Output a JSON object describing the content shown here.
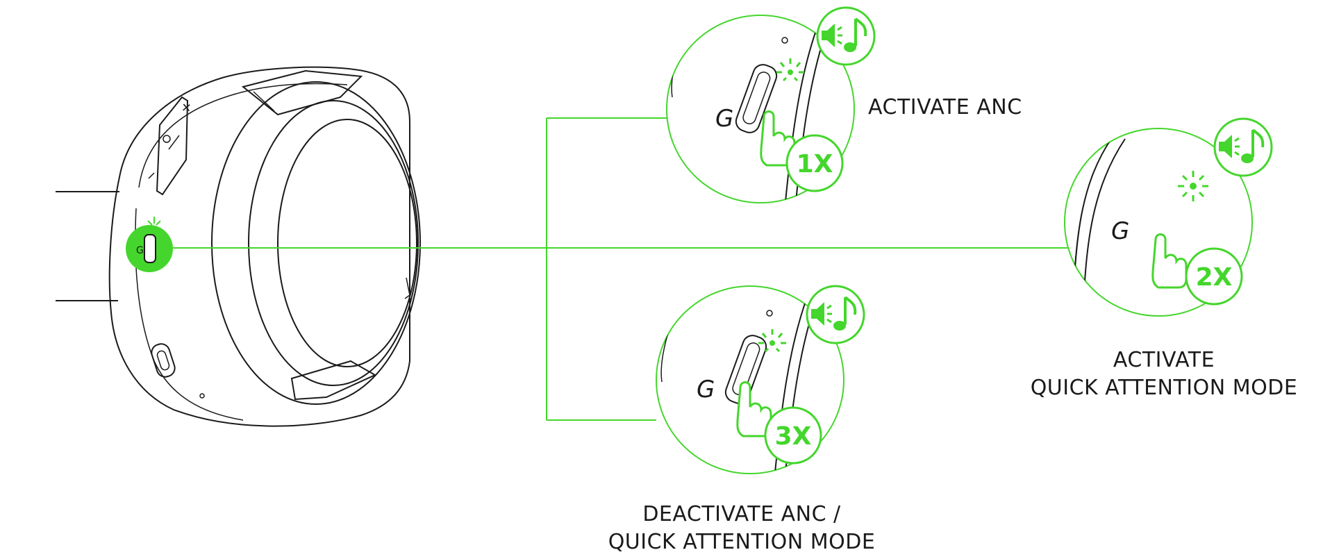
{
  "labels": {
    "activate_anc": "ACTIVATE ANC",
    "activate_quick_line1": "ACTIVATE",
    "activate_quick_line2": "QUICK ATTENTION MODE",
    "deactivate_line1": "DEACTIVATE ANC /",
    "deactivate_line2": "QUICK ATTENTION MODE"
  },
  "badges": {
    "one": "1X",
    "two": "2X",
    "three": "3X"
  },
  "colors": {
    "accent": "#44d62c",
    "line_art": "#1a1a1a",
    "background": "#ffffff"
  },
  "icons": {
    "speaker_music": "speaker-music-icon",
    "led": "led-light-icon",
    "anc": "anc-symbol-icon",
    "hand": "finger-press-icon"
  }
}
